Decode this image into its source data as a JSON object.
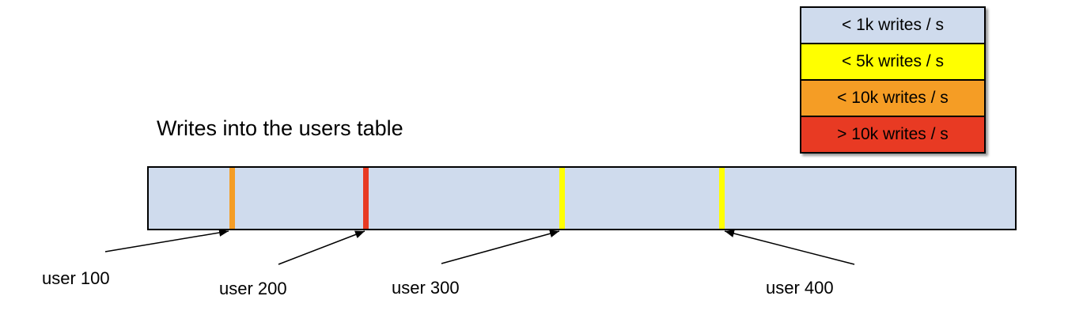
{
  "title": "Writes into the users table",
  "legend": {
    "items": [
      {
        "label": "< 1k writes / s",
        "color": "#cfdbed"
      },
      {
        "label": "< 5k writes / s",
        "color": "#ffff00"
      },
      {
        "label": "< 10k writes / s",
        "color": "#f59d25"
      },
      {
        "label": "> 10k writes / s",
        "color": "#e83a23"
      }
    ]
  },
  "diagram": {
    "bar_fill": "#cfdbed",
    "border_color": "#000000",
    "ticks": [
      {
        "label": "user 100",
        "color": "#f59d25",
        "legend_match": "< 10k writes / s",
        "pos_pct": 9.6
      },
      {
        "label": "user 200",
        "color": "#e83a23",
        "legend_match": "> 10k writes / s",
        "pos_pct": 25.1
      },
      {
        "label": "user 300",
        "color": "#ffff00",
        "legend_match": "< 5k writes / s",
        "pos_pct": 47.7
      },
      {
        "label": "user 400",
        "color": "#ffff00",
        "legend_match": "< 5k writes / s",
        "pos_pct": 66.2
      }
    ]
  }
}
